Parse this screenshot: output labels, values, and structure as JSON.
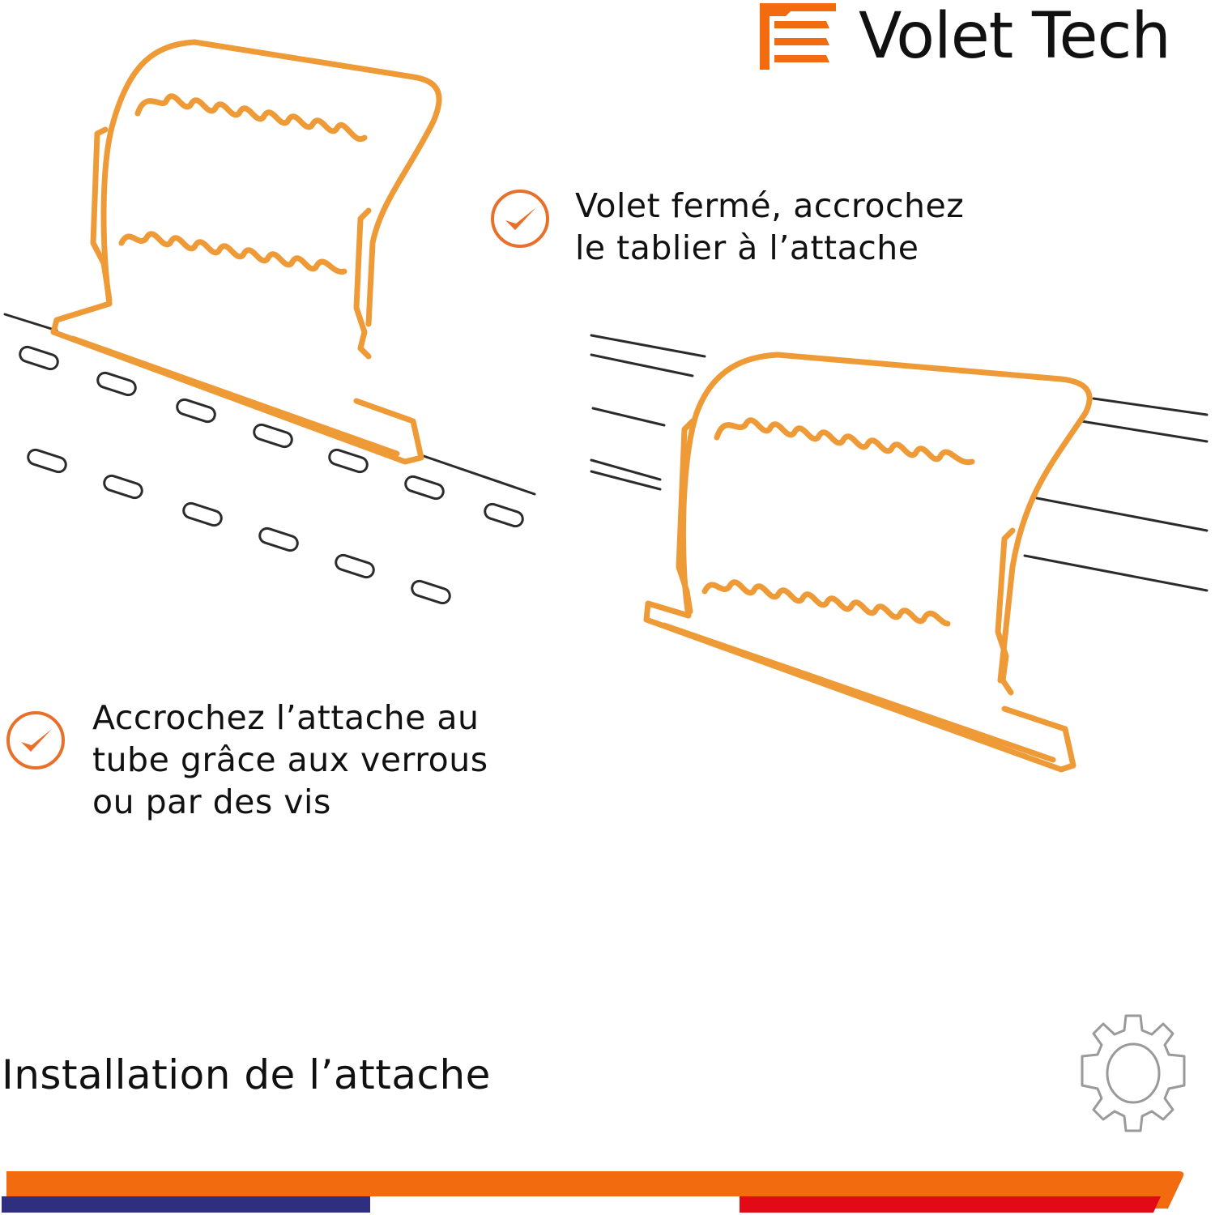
{
  "brand": {
    "name": "Volet Tech",
    "logo_icon": "shutter-logo-icon",
    "logo_color": "#F26B0F"
  },
  "steps": [
    {
      "icon": "check-circle-icon",
      "lines": [
        "Volet fermé, accrochez",
        "le tablier à l’attache"
      ]
    },
    {
      "icon": "check-circle-icon",
      "lines": [
        "Accrochez l’attache au",
        "tube grâce aux verrous",
        "ou par des vis"
      ]
    }
  ],
  "illustrations": [
    {
      "name": "clip-on-shutter-slats",
      "icon": "shutter-clip-illustration"
    },
    {
      "name": "clip-on-tube",
      "icon": "shutter-clip-on-tube-illustration"
    }
  ],
  "footer": {
    "title": "Installation de l’attache",
    "icon": "gear-icon"
  },
  "colors": {
    "accent_orange": "#F26B0F",
    "illustration_orange": "#EE9A37",
    "check_orange": "#E8702A",
    "flag_blue": "#2E2F7E",
    "flag_white": "#FFFFFF",
    "flag_red": "#E20A16",
    "line_dark": "#2B2B2B",
    "gear_gray": "#9A9A9A"
  }
}
